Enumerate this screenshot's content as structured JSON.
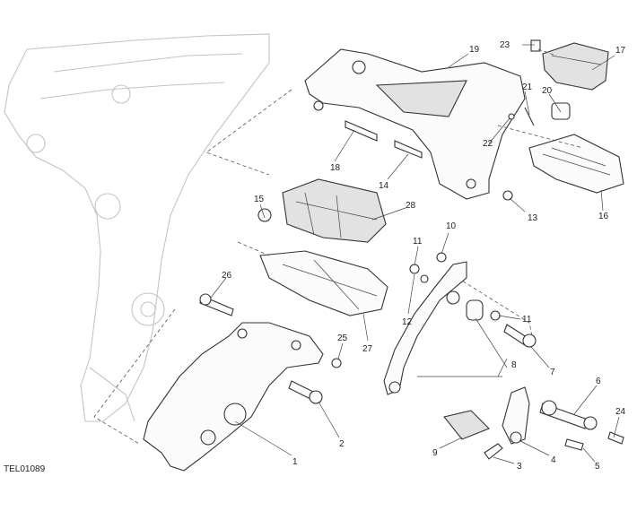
{
  "reference_code": "TEL01089",
  "callouts": [
    "1",
    "2",
    "3",
    "4",
    "5",
    "6",
    "7",
    "8",
    "9",
    "10",
    "11",
    "11",
    "12",
    "13",
    "14",
    "15",
    "16",
    "17",
    "18",
    "19",
    "20",
    "21",
    "22",
    "23",
    "24",
    "25",
    "26",
    "27",
    "28"
  ]
}
